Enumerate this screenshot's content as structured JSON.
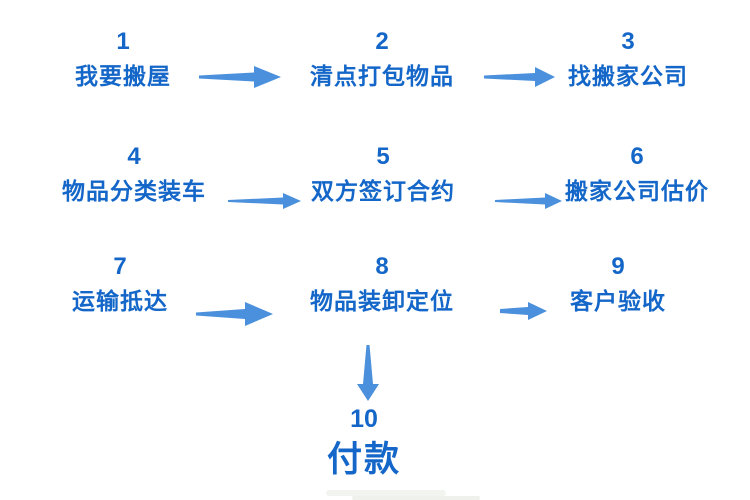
{
  "flow": {
    "description": "moving-house-process-flowchart",
    "steps": [
      {
        "number": "1",
        "label": "我要搬屋"
      },
      {
        "number": "2",
        "label": "清点打包物品"
      },
      {
        "number": "3",
        "label": "找搬家公司"
      },
      {
        "number": "4",
        "label": "物品分类装车"
      },
      {
        "number": "5",
        "label": "双方签订合约"
      },
      {
        "number": "6",
        "label": "搬家公司估价"
      },
      {
        "number": "7",
        "label": "运输抵达"
      },
      {
        "number": "8",
        "label": "物品装卸定位"
      },
      {
        "number": "9",
        "label": "客户验收"
      },
      {
        "number": "10",
        "label": "付款"
      }
    ],
    "connections": [
      {
        "from": "1",
        "to": "2",
        "direction": "right"
      },
      {
        "from": "2",
        "to": "3",
        "direction": "right"
      },
      {
        "from": "4",
        "to": "5",
        "direction": "right"
      },
      {
        "from": "5",
        "to": "6",
        "direction": "right"
      },
      {
        "from": "7",
        "to": "8",
        "direction": "right"
      },
      {
        "from": "8",
        "to": "9",
        "direction": "right"
      },
      {
        "from": "8",
        "to": "10",
        "direction": "down"
      }
    ]
  },
  "colors": {
    "step_text": "#1467c8",
    "arrow": "#4a90dc",
    "background": "#ffffff"
  }
}
